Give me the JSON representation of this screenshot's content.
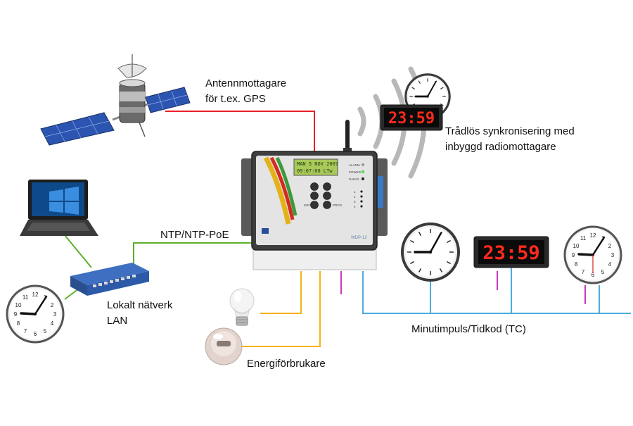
{
  "labels": {
    "antenna_line1": "Antennmottagare",
    "antenna_line2": "för t.ex. GPS",
    "wireless_line1": "Trådlös synkronisering med",
    "wireless_line2": "inbyggd radiomottagare",
    "ntp": "NTP/NTP-PoE",
    "lan_line1": "Lokalt nätverk",
    "lan_line2": "LAN",
    "timecode": "Minutimpuls/Tidkod (TC)",
    "energy": "Energiförbrukare"
  },
  "master_clock": {
    "lcd_line1": "MAN  5 NOV 2007",
    "lcd_line2": "09:07:00 LTw",
    "status_labels": [
      "ALARM",
      "POWER",
      "RADIO"
    ],
    "line_numbers": [
      "1",
      "2",
      "3",
      "4"
    ],
    "button_labels": [
      "INFO",
      "PROG"
    ],
    "model": "WDP-12"
  },
  "digital_display": {
    "time": "23:59"
  },
  "colors": {
    "antenna_line": "#e8202a",
    "network_line": "#5db02a",
    "energy_line": "#f5b21a",
    "timecode_line": "#4aaedc",
    "pulse_tick": "#c83cb4",
    "led_digits": "#ff2a1a"
  },
  "icons": [
    "satellite",
    "antenna",
    "radio-waves",
    "laptop",
    "network-switch",
    "analog-clock",
    "digital-clock",
    "light-bulb",
    "ceiling-lamp"
  ]
}
